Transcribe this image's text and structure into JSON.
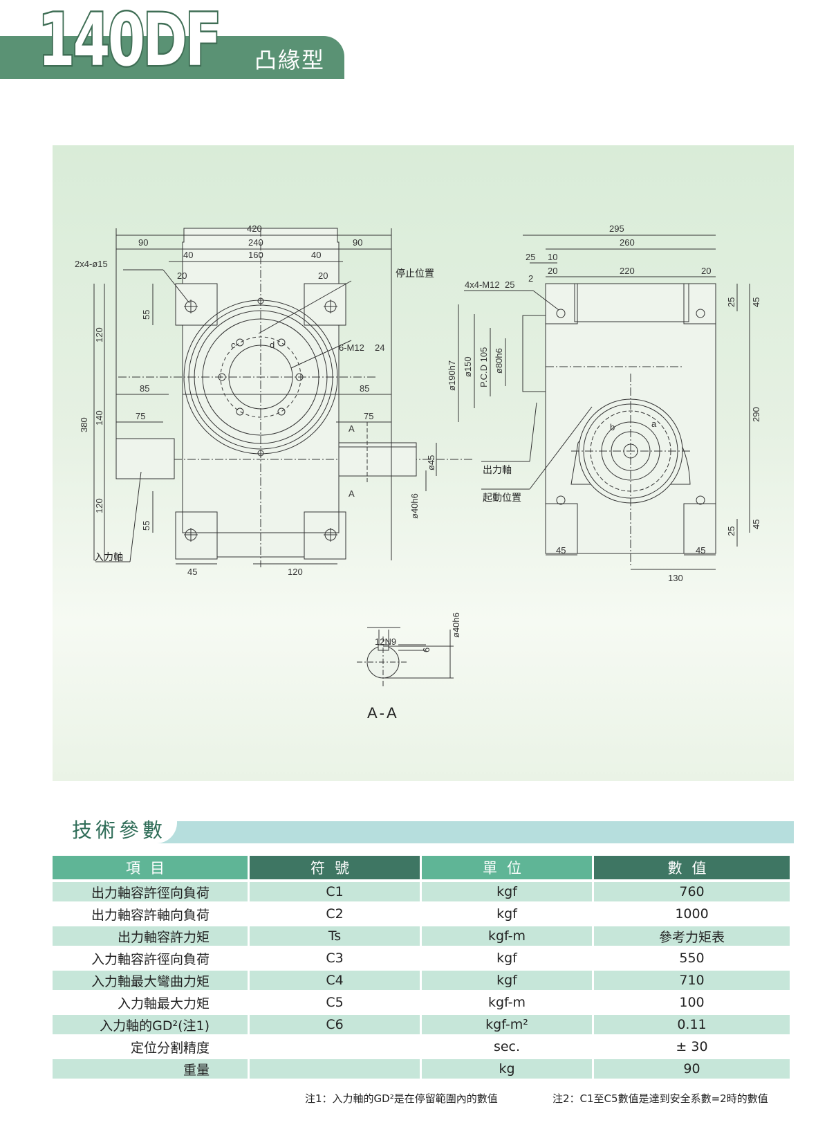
{
  "header": {
    "model": "140DF",
    "subtype": "凸緣型"
  },
  "drawing": {
    "front": {
      "dims": [
        "420",
        "90",
        "240",
        "90",
        "160",
        "40",
        "40",
        "20",
        "20",
        "2x4-ø15",
        "55",
        "120",
        "380",
        "140",
        "120",
        "55",
        "85",
        "75",
        "85",
        "75",
        "45",
        "120",
        "ø45",
        "ø40h6",
        "A",
        "A",
        "6-M12",
        "24",
        "c",
        "d"
      ],
      "labels": {
        "stop": "停止位置",
        "input": "入力軸"
      }
    },
    "side": {
      "dims": [
        "295",
        "260",
        "25",
        "10",
        "220",
        "20",
        "20",
        "2",
        "4x4-M12",
        "25",
        "25",
        "45",
        "ø190h7",
        "ø150",
        "P.C.D 105",
        "ø80h6",
        "290",
        "45",
        "25",
        "45",
        "45",
        "130",
        "a",
        "b"
      ],
      "labels": {
        "output": "出力軸",
        "start": "起動位置"
      }
    },
    "section": {
      "dims": [
        "12N9",
        "6",
        "ø40h6"
      ],
      "title": "A-A"
    }
  },
  "section_title": "技術參數",
  "table": {
    "headers": [
      "項目",
      "符號",
      "單位",
      "數值"
    ],
    "rows": [
      {
        "item": "出力軸容許徑向負荷",
        "symbol": "C1",
        "unit": "kgf",
        "value": "760"
      },
      {
        "item": "出力軸容許軸向負荷",
        "symbol": "C2",
        "unit": "kgf",
        "value": "1000"
      },
      {
        "item": "出力軸容許力矩",
        "symbol": "Ts",
        "unit": "kgf-m",
        "value": "參考力矩表"
      },
      {
        "item": "入力軸容許徑向負荷",
        "symbol": "C3",
        "unit": "kgf",
        "value": "550"
      },
      {
        "item": "入力軸最大彎曲力矩",
        "symbol": "C4",
        "unit": "kgf",
        "value": "710"
      },
      {
        "item": "入力軸最大力矩",
        "symbol": "C5",
        "unit": "kgf-m",
        "value": "100"
      },
      {
        "item": "入力軸的GD²(注1)",
        "symbol": "C6",
        "unit": "kgf-m²",
        "value": "0.11"
      },
      {
        "item": "定位分割精度",
        "symbol": "",
        "unit": "sec.",
        "value": "± 30"
      },
      {
        "item": "重量",
        "symbol": "",
        "unit": "kg",
        "value": "90"
      }
    ]
  },
  "notes": {
    "note1": "注1：入力軸的GD²是在停留範圍內的數值",
    "note2": "注2：C1至C5數值是達到安全系數=2時的數值"
  },
  "colors": {
    "brand": "#5a9274",
    "header_light": "#5fb596",
    "header_dark": "#3e7663",
    "row_tint": "#c6e6d9",
    "band": "#b6dedd"
  }
}
